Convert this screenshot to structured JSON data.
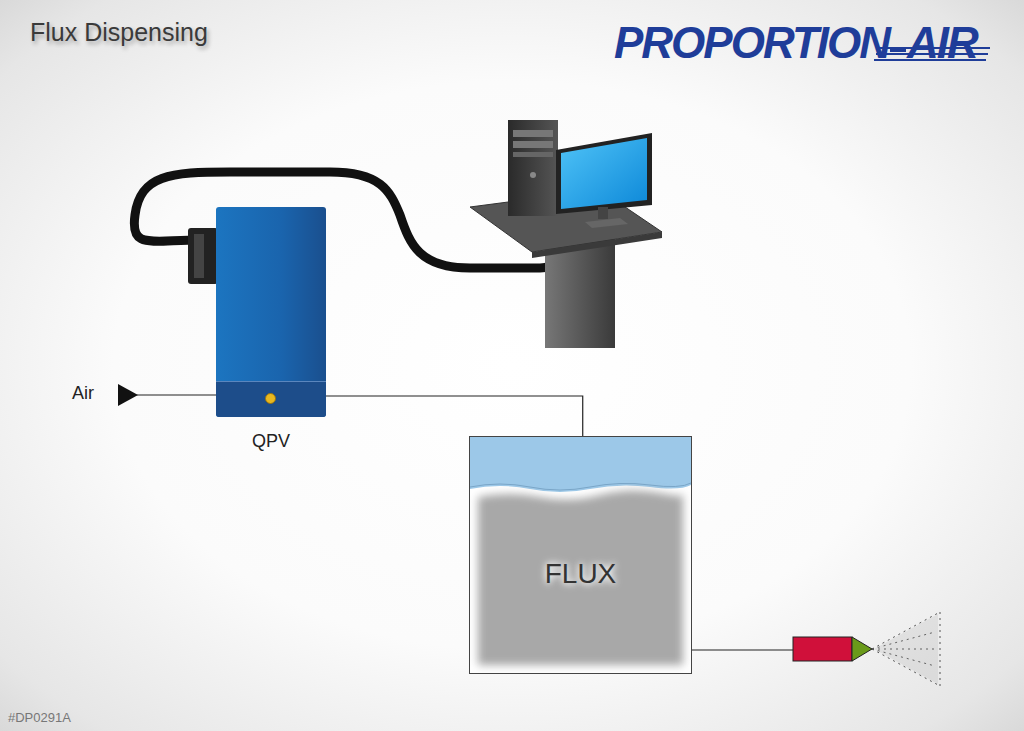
{
  "diagram": {
    "title": "Flux Dispensing",
    "nodes": [
      {
        "text": [
          "QPV"
        ]
      },
      {
        "text": [
          "FLUX"
        ]
      }
    ],
    "edges": [
      {
        "from": 0,
        "to": 1,
        "arrow": "none"
      }
    ],
    "labels": [
      "PROPORTION",
      "AIR",
      "Air",
      "#DP0291A"
    ]
  }
}
